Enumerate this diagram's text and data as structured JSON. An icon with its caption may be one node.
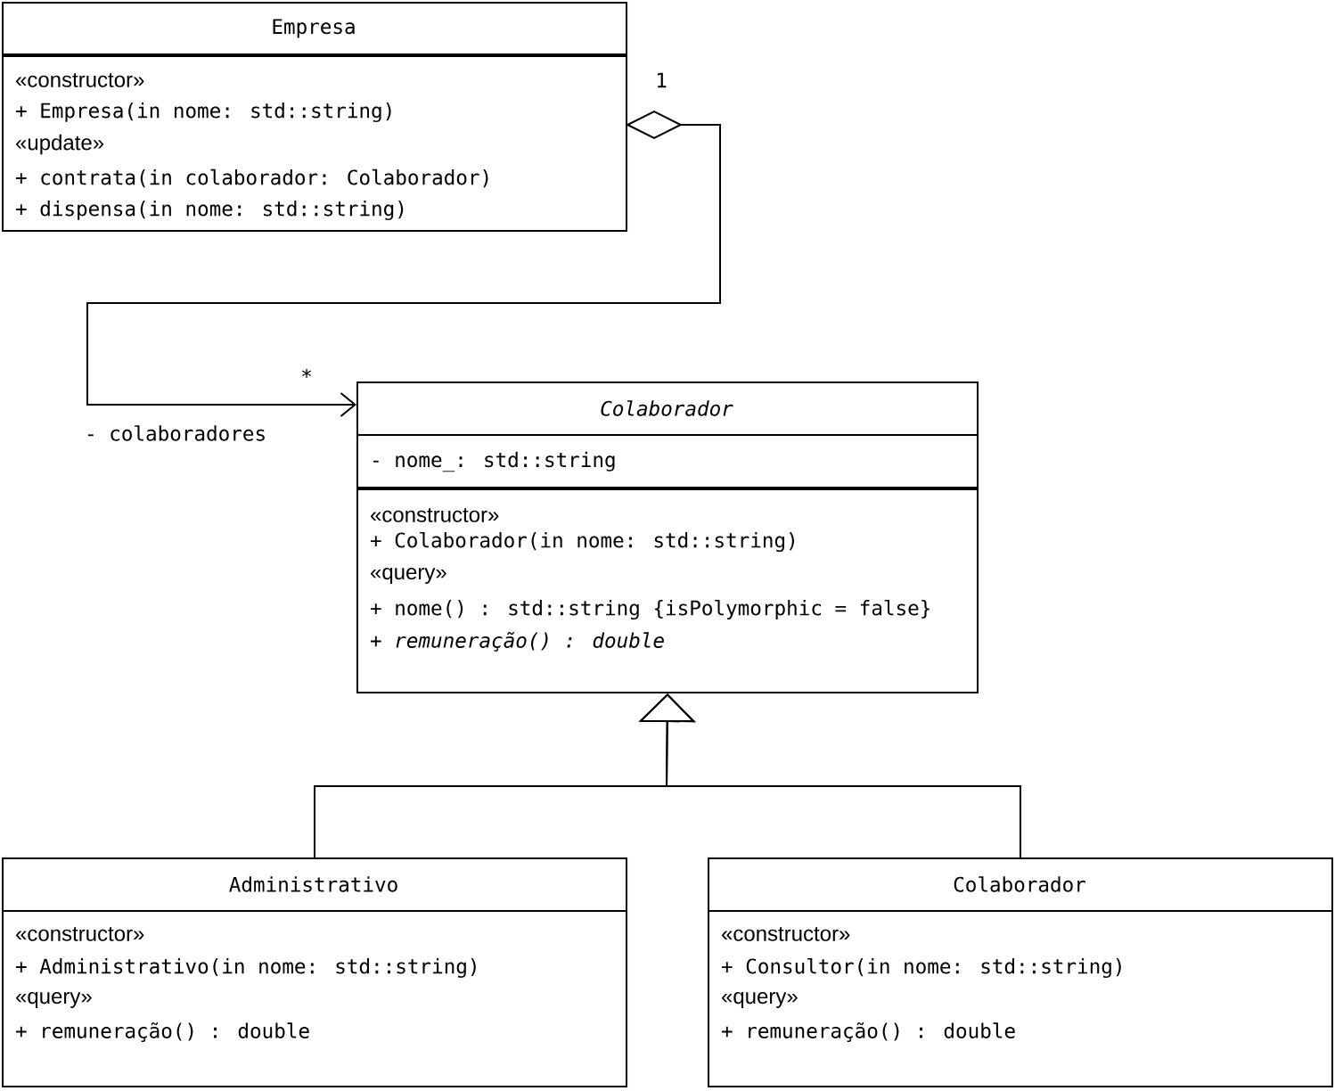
{
  "diagram": {
    "nodes": [
      {
        "text": [
          "Empresa",
          "«constructor»",
          "+ Empresa(in nome: std::string)",
          "«update»",
          "+ contrata(in colaborador: Colaborador)",
          "+ dispensa(in nome: std::string)"
        ]
      },
      {
        "text": [
          "Colaborador",
          "- nome_: std::string",
          "«constructor»",
          "+ Colaborador(in nome: std::string)",
          "«query»",
          "+ nome() : std::string {isPolymorphic = false}",
          "+ remuneração() : double"
        ]
      },
      {
        "text": [
          "Administrativo",
          "«constructor»",
          "+ Administrativo(in nome: std::string)",
          "«query»",
          "+ remuneração() : double"
        ]
      },
      {
        "text": [
          "Colaborador",
          "«constructor»",
          "+ Consultor(in nome: std::string)",
          "«query»",
          "+ remuneração() : double"
        ]
      }
    ],
    "edges": [
      {
        "from": 0,
        "to": 1,
        "arrow": "to"
      },
      {
        "from": 2,
        "to": 1,
        "arrow": "to"
      },
      {
        "from": 3,
        "to": 1,
        "arrow": "to"
      }
    ],
    "labels": [
      "1",
      "*",
      "- colaboradores"
    ]
  }
}
